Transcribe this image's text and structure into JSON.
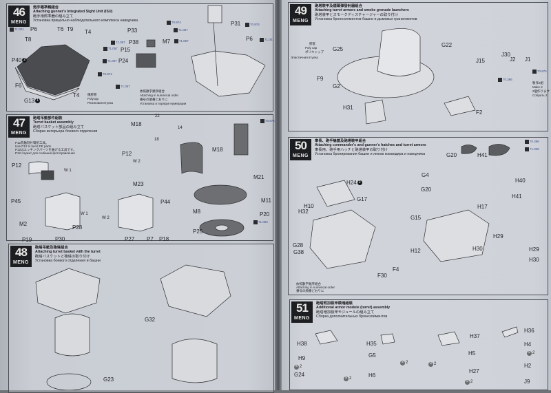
{
  "brand_logo": "MENG",
  "steps": {
    "s46": {
      "number": "46",
      "title_zh": "炮手瞄準鏡組合",
      "title_en": "Attaching gunner's Integrated Sight Unit (ISU)",
      "title_jp": "砲手用照準器の組み立て",
      "title_ru": "Установка прицельно-наблюдательного комплекса наводчика",
      "parts": [
        "P6",
        "T6",
        "T9",
        "T4",
        "T8",
        "P40",
        "F6",
        "T4",
        "G13",
        "P33",
        "P38",
        "P15",
        "P24",
        "M7",
        "P31",
        "P6"
      ],
      "codes": [
        "71.001",
        "70.974",
        "71.057",
        "71.057",
        "71.057",
        "71.057",
        "71.057",
        "70.974",
        "71.057",
        "70.974",
        "71.001"
      ],
      "order_note": {
        "zh": "依照數字順序組合",
        "en": "Attaching in numerical order",
        "jp": "番号の順番どおりに",
        "ru": "Установка в порядке нумерации"
      },
      "material_note": {
        "zh": "橡膠管",
        "en": "Polycap",
        "ru": "Резиновая втулка"
      }
    },
    "s47": {
      "number": "47",
      "title_zh": "砲塔吊籃部件組裝",
      "title_en": "Turret basket assembly",
      "title_jp": "砲塔バスケット部品の組み立て",
      "title_ru": "Сборка интерьера боевого отделения",
      "note": {
        "zh": "P12為蝕刻片彎折工具。",
        "en": "Use P12 to bend PE parts.",
        "jp": "P12はエッチングパーツを曲げる工具です。",
        "ru": "P12 служит для сгибания фототравления"
      },
      "parts": [
        "M18",
        "P12",
        "P12",
        "M18",
        "M21",
        "P45",
        "M23",
        "P44",
        "M11",
        "M2",
        "P28",
        "M8",
        "P20",
        "P19",
        "P30",
        "P27",
        "P7",
        "P18",
        "P25"
      ],
      "codes": [
        "70.974",
        "71.063"
      ],
      "pe_marks": [
        "W 1",
        "W 2",
        "W 1",
        "W 2"
      ],
      "callouts": [
        "22",
        "14",
        "18"
      ]
    },
    "s48": {
      "number": "48",
      "title_zh": "砲塔吊籃及砲塔組合",
      "title_en": "Attaching turret basket with the turret",
      "title_jp": "砲塔バスケットと砲塔の取り付け",
      "title_ru": "Установка боевого отделения и башни",
      "parts": [
        "G32",
        "G23"
      ]
    },
    "s49": {
      "number": "49",
      "title_zh": "砲塔裝甲及煙幕彈發射器組合",
      "title_en": "Attaching turret armors and smoke grenade launchers",
      "title_jp": "砲塔装甲とスモークディスチャージャーの取り付け",
      "title_ru": "Установка бронеэлементов башни и дымовых гранатометов",
      "parts": [
        "G25",
        "F9",
        "G2",
        "H31",
        "G22",
        "F2",
        "J15",
        "J30",
        "J2",
        "J1"
      ],
      "codes": [
        "70.974",
        "70.396"
      ],
      "polycap": {
        "zh": "膠套",
        "en": "Poly cap",
        "jp": "ポリキャップ",
        "ru": "Эластичная втулка"
      },
      "legend": {
        "zh": "製作2組",
        "en": "Make 2",
        "jp": "2個作ります",
        "ru": "Собрать 2"
      }
    },
    "s50": {
      "number": "50",
      "title_zh": "車長、砲手艙蓋及砲塔裝甲組合",
      "title_en": "Attaching commander's and gunner's hatches and turret armors",
      "title_jp": "車長用、砲手用ハッチと砲塔装甲の取り付け",
      "title_ru": "Установка бронирования башни и люков командира и наводчика",
      "parts": [
        "G20",
        "H41",
        "H24",
        "G17",
        "H10",
        "H32",
        "G28",
        "G38",
        "F4",
        "F30",
        "G4",
        "G20",
        "H40",
        "H41",
        "H17",
        "G15",
        "H29",
        "H12",
        "H30",
        "H29",
        "H30"
      ],
      "codes": [
        "70.396",
        "71.028"
      ],
      "order_note": {
        "zh": "依照數字順序組合",
        "en": "Attaching in numerical order",
        "jp": "番号の順番どおりに",
        "ru": "Установка в порядке нумерации"
      }
    },
    "s51": {
      "number": "51",
      "title_zh": "砲塔附加裝甲模塊組裝",
      "title_en": "Additional armor module (turret) assembly",
      "title_jp": "砲塔増加装甲モジュールの組み立て",
      "title_ru": "Сборка дополнительных бронеэлементов",
      "parts": [
        "H38",
        "H9",
        "G24",
        "H35",
        "G5",
        "H6",
        "H37",
        "H5",
        "H27",
        "H36",
        "H4",
        "H2",
        "J9"
      ],
      "multiplier": "2"
    }
  }
}
